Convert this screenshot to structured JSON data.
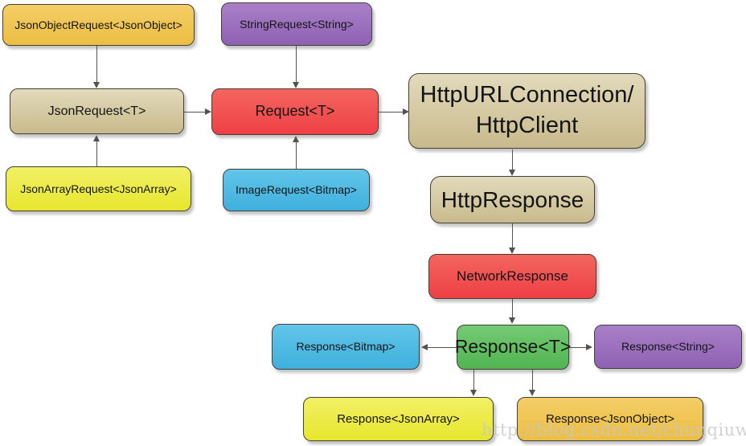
{
  "palette": {
    "orange": {
      "top": "#f3cd66",
      "bottom": "#ecbe42"
    },
    "purple": {
      "top": "#a980c8",
      "bottom": "#8e61b3"
    },
    "tan": {
      "top": "#e2dabb",
      "bottom": "#c8ba8c"
    },
    "red": {
      "top": "#f4655f",
      "bottom": "#ee4046"
    },
    "yellow": {
      "top": "#f1f065",
      "bottom": "#e7e62d"
    },
    "blue": {
      "top": "#62c5e9",
      "bottom": "#3fb0dd"
    },
    "green": {
      "top": "#74ca74",
      "bottom": "#51b451"
    }
  },
  "line_color": "#56524b",
  "nodes": {
    "jsonObjectRequest": "JsonObjectRequest<JsonObject>",
    "stringRequest": "StringRequest<String>",
    "jsonRequest": "JsonRequest<T>",
    "request": "Request<T>",
    "httpConnection": "HttpURLConnection/\nHttpClient",
    "jsonArrayRequest": "JsonArrayRequest<JsonArray>",
    "imageRequest": "ImageRequest<Bitmap>",
    "httpResponse": "HttpResponse",
    "networkResponse": "NetworkResponse",
    "responseT": "Response<T>",
    "responseBitmap": "Response<Bitmap>",
    "responseString": "Response<String>",
    "responseJsonArray": "Response<JsonArray>",
    "responseJsonObject": "Response<JsonObject>"
  },
  "watermark": "http://blog.csdn.net/chunqiuwei"
}
